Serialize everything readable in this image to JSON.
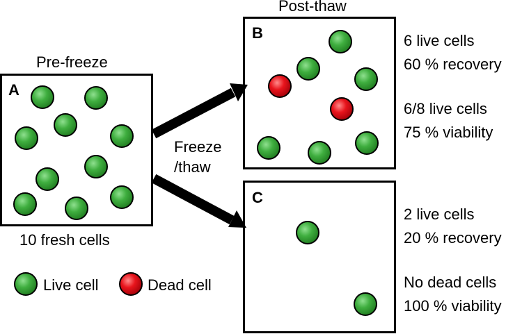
{
  "panels": {
    "a": {
      "letter": "A",
      "caption_above": "Pre-freeze",
      "caption_below": "10 fresh cells"
    },
    "b": {
      "letter": "B",
      "caption_above": "Post-thaw",
      "stats": [
        "6 live cells",
        "60 % recovery",
        "6/8 live cells",
        "75 % viability"
      ]
    },
    "c": {
      "letter": "C",
      "stats": [
        "2 live cells",
        "20 % recovery",
        "No dead cells",
        "100 % viability"
      ]
    }
  },
  "arrow_label": [
    "Freeze",
    "/thaw"
  ],
  "legend": {
    "live": "Live cell",
    "dead": "Dead cell"
  },
  "colors": {
    "live_cell": "#3fae3f",
    "dead_cell": "#e8141c",
    "outline": "#000000"
  },
  "cells": {
    "a": {
      "live": 10,
      "dead": 0
    },
    "b": {
      "live": 6,
      "dead": 2
    },
    "c": {
      "live": 2,
      "dead": 0
    }
  }
}
